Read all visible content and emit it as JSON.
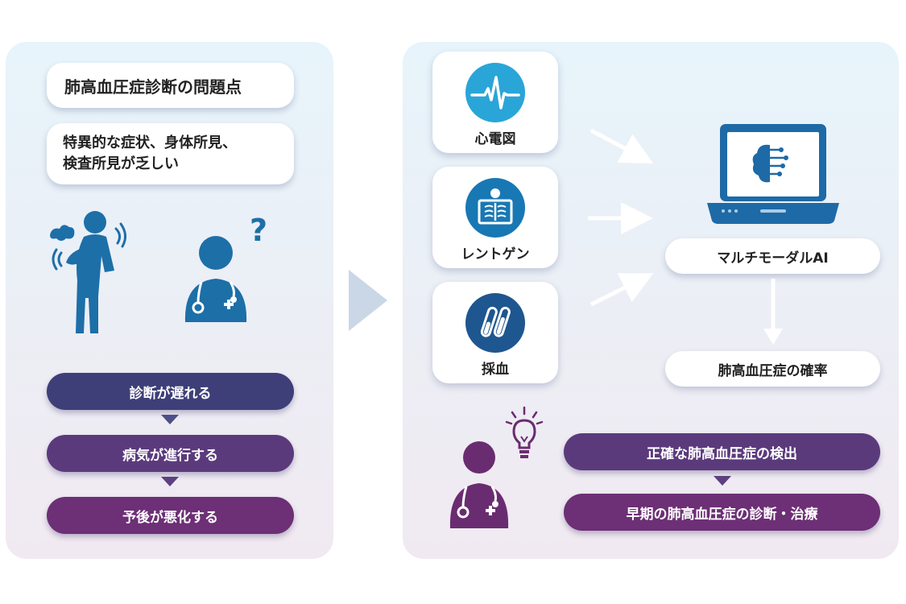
{
  "left": {
    "title": "肺高血圧症診断の問題点",
    "problem_lines": [
      "特異的な症状、身体所見、",
      "検査所見が乏しい"
    ],
    "question_mark": "?",
    "flow": [
      "診断が遅れる",
      "病気が進行する",
      "予後が悪化する"
    ]
  },
  "right": {
    "inputs": [
      "心電図",
      "レントゲン",
      "採血"
    ],
    "model_label": "マルチモーダルAI",
    "output_label": "肺高血圧症の確率",
    "results": [
      "正確な肺高血圧症の検出",
      "早期の肺高血圧症の診断・治療"
    ]
  },
  "colors": {
    "icon_blue": "#1d6fa8",
    "ecg_circle": "#2aa5d8",
    "xray_circle": "#1878b4",
    "blood_circle": "#1e568f",
    "pill_indigo": "#3e3f78",
    "pill_purple": "#5b3a7c",
    "pill_magenta": "#6d2f75",
    "doctor_purple": "#6a2c71"
  },
  "icons": [
    "breathless-patient-icon",
    "doctor-icon",
    "ecg-icon",
    "xray-icon",
    "test-tube-icon",
    "laptop-ai-icon",
    "lightbulb-icon"
  ]
}
